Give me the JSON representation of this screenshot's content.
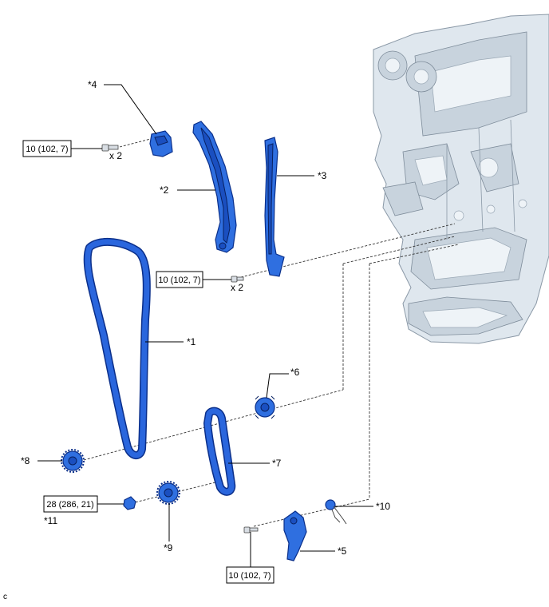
{
  "callouts": {
    "c1": "*1",
    "c2": "*2",
    "c3": "*3",
    "c4": "*4",
    "c5": "*5",
    "c6": "*6",
    "c7": "*7",
    "c8": "*8",
    "c9": "*9",
    "c10": "*10",
    "c11": "*11"
  },
  "torque": {
    "t1": "10 (102, 7)",
    "t2": "10 (102, 7)",
    "t3": "28 (286, 21)",
    "t4": "10 (102, 7)"
  },
  "quantities": {
    "q1": "x 2",
    "q2": "x 2"
  },
  "corner_mark": "c",
  "colors": {
    "part_blue": "#2f6fe0",
    "engine_gray": "#dfe7ee"
  }
}
